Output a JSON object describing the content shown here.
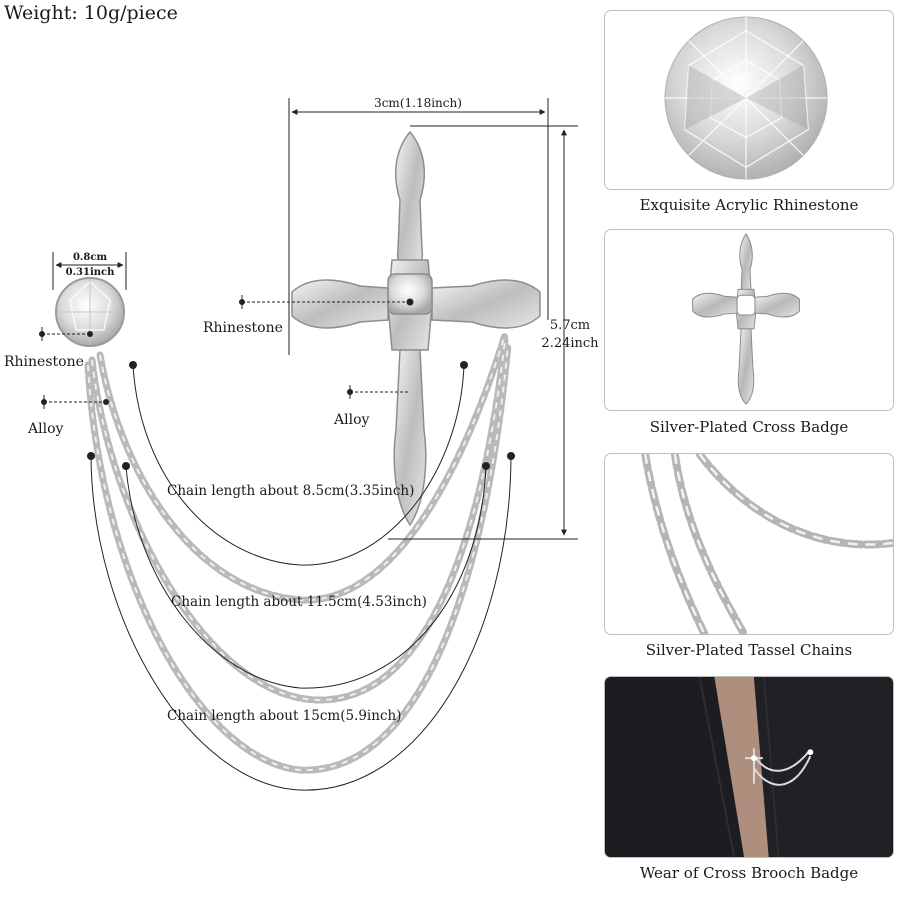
{
  "weight": "Weight: 10g/piece",
  "diagram": {
    "cross_width_label": "3cm(1.18inch)",
    "cross_height_cm": "5.7cm",
    "cross_height_inch": "2.24inch",
    "stone_width_cm": "0.8cm",
    "stone_width_inch": "0.31inch",
    "rhinestone_left": "Rhinestone",
    "rhinestone_cross": "Rhinestone",
    "alloy_left": "Alloy",
    "alloy_cross": "Alloy",
    "chain1": "Chain length about 8.5cm(3.35inch)",
    "chain2": "Chain length about 11.5cm(4.53inch)",
    "chain3": "Chain length about 15cm(5.9inch)"
  },
  "panels": [
    {
      "caption": "Exquisite Acrylic Rhinestone"
    },
    {
      "caption": "Silver-Plated Cross Badge"
    },
    {
      "caption": "Silver-Plated Tassel Chains"
    },
    {
      "caption": "Wear of Cross Brooch Badge"
    }
  ],
  "colors": {
    "silver": "#c9c9c9",
    "line": "#222222",
    "border": "#bdbdbd",
    "jacket": "#141416"
  }
}
